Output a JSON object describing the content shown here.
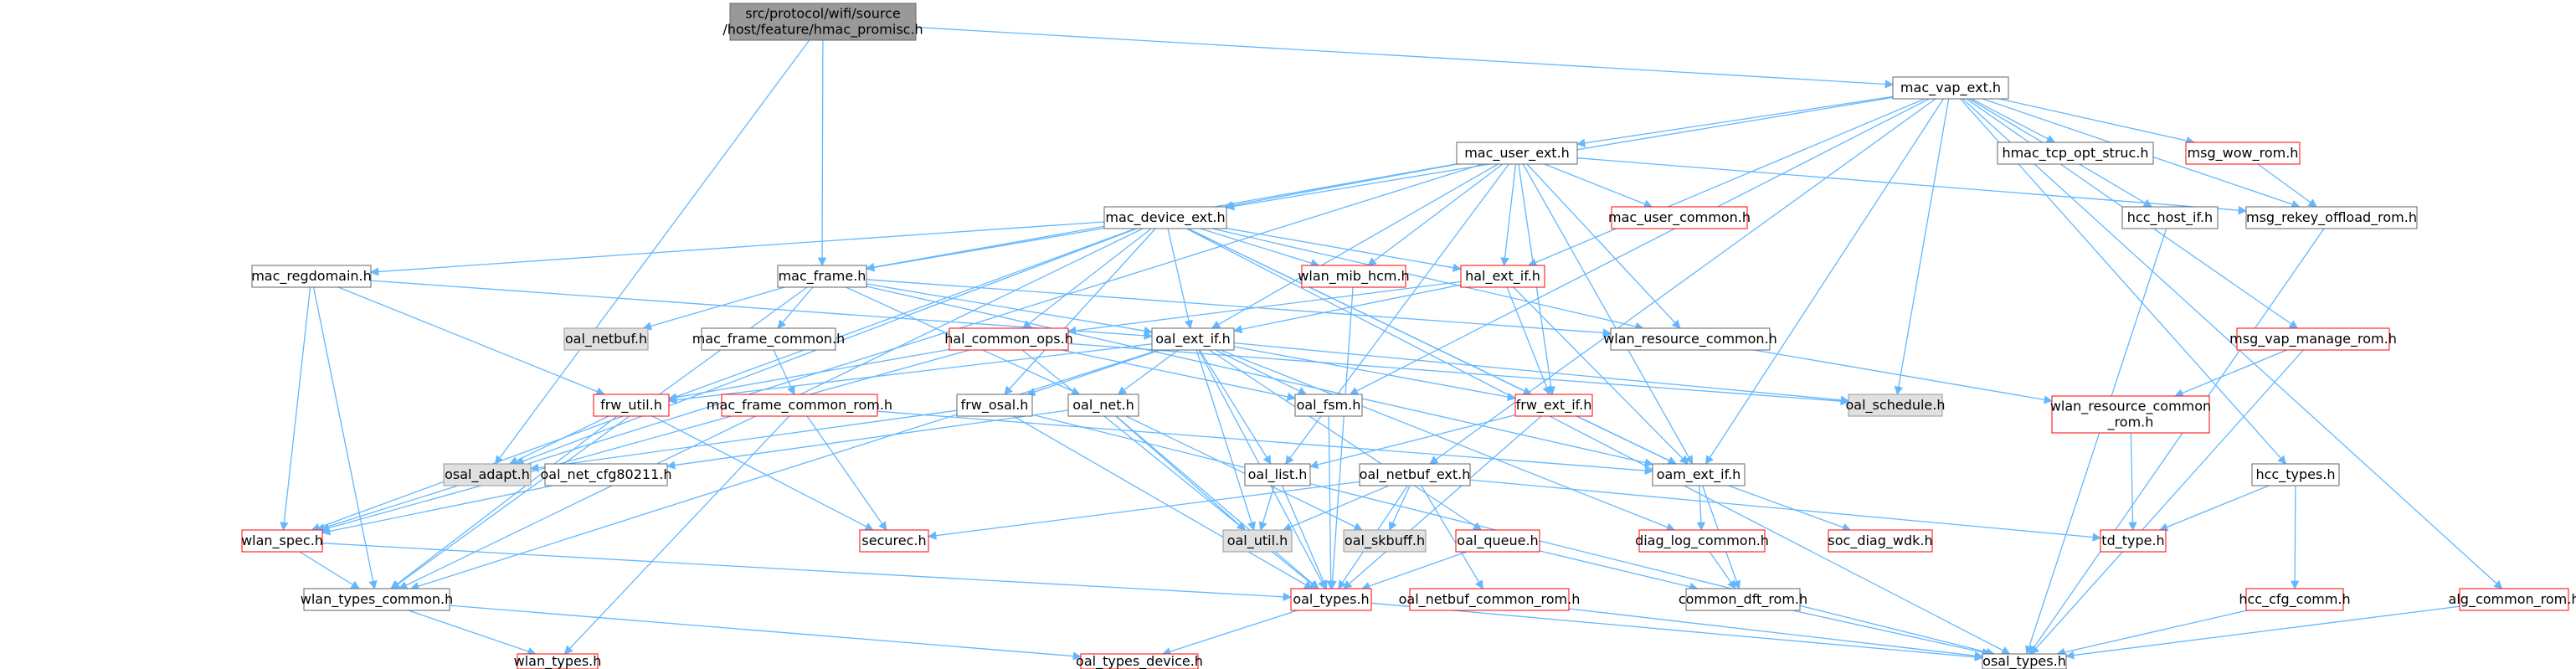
{
  "colors": {
    "edge": "#63b8ff",
    "node_border": "#666666",
    "node_fill": "#ffffff",
    "focus_fill": "#999999",
    "focus_border": "#666666",
    "external_fill": "#e0e0e0",
    "external_border": "#999999",
    "truncated_border": "#ff0000",
    "text": "#000000"
  },
  "nodes": [
    {
      "id": "root",
      "lines": [
        "src/protocol/wifi/source",
        "/host/feature/hmac_promisc.h"
      ],
      "style": "focus"
    },
    {
      "id": "mac_vap_ext",
      "lines": [
        "mac_vap_ext.h"
      ],
      "style": "normal"
    },
    {
      "id": "mac_user_ext",
      "lines": [
        "mac_user_ext.h"
      ],
      "style": "normal"
    },
    {
      "id": "hmac_tcp_opt_struc",
      "lines": [
        "hmac_tcp_opt_struc.h"
      ],
      "style": "normal"
    },
    {
      "id": "msg_wow_rom",
      "lines": [
        "msg_wow_rom.h"
      ],
      "style": "truncated"
    },
    {
      "id": "hcc_host_if",
      "lines": [
        "hcc_host_if.h"
      ],
      "style": "normal"
    },
    {
      "id": "msg_rekey_offload_rom",
      "lines": [
        "msg_rekey_offload_rom.h"
      ],
      "style": "normal"
    },
    {
      "id": "mac_device_ext",
      "lines": [
        "mac_device_ext.h"
      ],
      "style": "normal"
    },
    {
      "id": "mac_user_common",
      "lines": [
        "mac_user_common.h"
      ],
      "style": "truncated"
    },
    {
      "id": "mac_regdomain",
      "lines": [
        "mac_regdomain.h"
      ],
      "style": "normal"
    },
    {
      "id": "mac_frame",
      "lines": [
        "mac_frame.h"
      ],
      "style": "normal"
    },
    {
      "id": "wlan_mib_hcm",
      "lines": [
        "wlan_mib_hcm.h"
      ],
      "style": "truncated"
    },
    {
      "id": "hal_ext_if",
      "lines": [
        "hal_ext_if.h"
      ],
      "style": "truncated"
    },
    {
      "id": "msg_vap_manage_rom",
      "lines": [
        "msg_vap_manage_rom.h"
      ],
      "style": "truncated"
    },
    {
      "id": "oal_netbuf",
      "lines": [
        "oal_netbuf.h"
      ],
      "style": "external"
    },
    {
      "id": "mac_frame_common",
      "lines": [
        "mac_frame_common.h"
      ],
      "style": "normal"
    },
    {
      "id": "oal_ext_if",
      "lines": [
        "oal_ext_if.h"
      ],
      "style": "normal"
    },
    {
      "id": "wlan_resource_common",
      "lines": [
        "wlan_resource_common.h"
      ],
      "style": "normal"
    },
    {
      "id": "hal_common_ops",
      "lines": [
        "hal_common_ops.h"
      ],
      "style": "truncated"
    },
    {
      "id": "wlan_resource_common_rom",
      "lines": [
        "wlan_resource_common",
        "_rom.h"
      ],
      "style": "truncated"
    },
    {
      "id": "frw_util",
      "lines": [
        "frw_util.h"
      ],
      "style": "truncated"
    },
    {
      "id": "mac_frame_common_rom",
      "lines": [
        "mac_frame_common_rom.h"
      ],
      "style": "truncated"
    },
    {
      "id": "frw_osal",
      "lines": [
        "frw_osal.h"
      ],
      "style": "normal"
    },
    {
      "id": "oal_net",
      "lines": [
        "oal_net.h"
      ],
      "style": "normal"
    },
    {
      "id": "oal_fsm",
      "lines": [
        "oal_fsm.h"
      ],
      "style": "normal"
    },
    {
      "id": "frw_ext_if",
      "lines": [
        "frw_ext_if.h"
      ],
      "style": "truncated"
    },
    {
      "id": "oal_schedule",
      "lines": [
        "oal_schedule.h"
      ],
      "style": "external"
    },
    {
      "id": "hcc_types",
      "lines": [
        "hcc_types.h"
      ],
      "style": "normal"
    },
    {
      "id": "osal_adapt",
      "lines": [
        "osal_adapt.h"
      ],
      "style": "external"
    },
    {
      "id": "oal_net_cfg80211",
      "lines": [
        "oal_net_cfg80211.h"
      ],
      "style": "normal"
    },
    {
      "id": "oal_list",
      "lines": [
        "oal_list.h"
      ],
      "style": "normal"
    },
    {
      "id": "oal_netbuf_ext",
      "lines": [
        "oal_netbuf_ext.h"
      ],
      "style": "normal"
    },
    {
      "id": "oam_ext_if",
      "lines": [
        "oam_ext_if.h"
      ],
      "style": "normal"
    },
    {
      "id": "wlan_spec",
      "lines": [
        "wlan_spec.h"
      ],
      "style": "truncated"
    },
    {
      "id": "securec",
      "lines": [
        "securec.h"
      ],
      "style": "truncated"
    },
    {
      "id": "oal_util",
      "lines": [
        "oal_util.h"
      ],
      "style": "external"
    },
    {
      "id": "oal_skbuff",
      "lines": [
        "oal_skbuff.h"
      ],
      "style": "external"
    },
    {
      "id": "oal_queue",
      "lines": [
        "oal_queue.h"
      ],
      "style": "truncated"
    },
    {
      "id": "diag_log_common",
      "lines": [
        "diag_log_common.h"
      ],
      "style": "truncated"
    },
    {
      "id": "soc_diag_wdk",
      "lines": [
        "soc_diag_wdk.h"
      ],
      "style": "truncated"
    },
    {
      "id": "td_type",
      "lines": [
        "td_type.h"
      ],
      "style": "truncated"
    },
    {
      "id": "wlan_types_common",
      "lines": [
        "wlan_types_common.h"
      ],
      "style": "normal"
    },
    {
      "id": "oal_types",
      "lines": [
        "oal_types.h"
      ],
      "style": "truncated"
    },
    {
      "id": "oal_netbuf_common_rom",
      "lines": [
        "oal_netbuf_common_rom.h"
      ],
      "style": "truncated"
    },
    {
      "id": "common_dft_rom",
      "lines": [
        "common_dft_rom.h"
      ],
      "style": "normal"
    },
    {
      "id": "hcc_cfg_comm",
      "lines": [
        "hcc_cfg_comm.h"
      ],
      "style": "truncated"
    },
    {
      "id": "alg_common_rom",
      "lines": [
        "alg_common_rom.h"
      ],
      "style": "truncated"
    },
    {
      "id": "wlan_types",
      "lines": [
        "wlan_types.h"
      ],
      "style": "truncated"
    },
    {
      "id": "oal_types_device",
      "lines": [
        "oal_types_device.h"
      ],
      "style": "truncated"
    },
    {
      "id": "osal_types",
      "lines": [
        "osal_types.h"
      ],
      "style": "normal"
    }
  ],
  "edges": [
    [
      "root",
      "mac_vap_ext"
    ],
    [
      "root",
      "mac_frame"
    ],
    [
      "root",
      "osal_adapt"
    ],
    [
      "mac_vap_ext",
      "mac_user_ext"
    ],
    [
      "mac_vap_ext",
      "hmac_tcp_opt_struc"
    ],
    [
      "mac_vap_ext",
      "msg_wow_rom"
    ],
    [
      "mac_vap_ext",
      "hcc_host_if"
    ],
    [
      "mac_vap_ext",
      "msg_rekey_offload_rom"
    ],
    [
      "mac_vap_ext",
      "mac_device_ext"
    ],
    [
      "mac_vap_ext",
      "hal_ext_if"
    ],
    [
      "mac_vap_ext",
      "msg_vap_manage_rom"
    ],
    [
      "mac_vap_ext",
      "oal_fsm"
    ],
    [
      "mac_vap_ext",
      "oal_schedule"
    ],
    [
      "mac_vap_ext",
      "oam_ext_if"
    ],
    [
      "mac_vap_ext",
      "oal_netbuf_ext"
    ],
    [
      "mac_vap_ext",
      "hcc_types"
    ],
    [
      "mac_vap_ext",
      "alg_common_rom"
    ],
    [
      "mac_user_ext",
      "mac_device_ext"
    ],
    [
      "mac_user_ext",
      "mac_user_common"
    ],
    [
      "mac_user_ext",
      "mac_frame"
    ],
    [
      "mac_user_ext",
      "wlan_mib_hcm"
    ],
    [
      "mac_user_ext",
      "hal_ext_if"
    ],
    [
      "mac_user_ext",
      "oal_ext_if"
    ],
    [
      "mac_user_ext",
      "wlan_resource_common"
    ],
    [
      "mac_user_ext",
      "msg_rekey_offload_rom"
    ],
    [
      "mac_user_ext",
      "frw_ext_if"
    ],
    [
      "mac_user_ext",
      "wlan_spec"
    ],
    [
      "mac_user_ext",
      "oam_ext_if"
    ],
    [
      "mac_user_ext",
      "oal_list"
    ],
    [
      "msg_wow_rom",
      "msg_rekey_offload_rom"
    ],
    [
      "msg_rekey_offload_rom",
      "osal_types"
    ],
    [
      "hcc_host_if",
      "osal_types"
    ],
    [
      "mac_device_ext",
      "mac_regdomain"
    ],
    [
      "mac_device_ext",
      "mac_frame"
    ],
    [
      "mac_device_ext",
      "wlan_mib_hcm"
    ],
    [
      "mac_device_ext",
      "hal_ext_if"
    ],
    [
      "mac_device_ext",
      "oal_ext_if"
    ],
    [
      "mac_device_ext",
      "hal_common_ops"
    ],
    [
      "mac_device_ext",
      "frw_osal"
    ],
    [
      "mac_device_ext",
      "wlan_resource_common"
    ],
    [
      "mac_device_ext",
      "frw_ext_if"
    ],
    [
      "mac_device_ext",
      "oam_ext_if"
    ],
    [
      "mac_device_ext",
      "osal_adapt"
    ],
    [
      "mac_device_ext",
      "wlan_spec"
    ],
    [
      "mac_device_ext",
      "wlan_types_common"
    ],
    [
      "mac_device_ext",
      "osal_types"
    ],
    [
      "mac_regdomain",
      "oal_ext_if"
    ],
    [
      "mac_regdomain",
      "frw_util"
    ],
    [
      "mac_regdomain",
      "wlan_spec"
    ],
    [
      "mac_regdomain",
      "wlan_types_common"
    ],
    [
      "mac_frame",
      "oal_netbuf"
    ],
    [
      "mac_frame",
      "mac_frame_common"
    ],
    [
      "mac_frame",
      "oal_ext_if"
    ],
    [
      "mac_frame",
      "oal_net"
    ],
    [
      "mac_frame",
      "wlan_types_common"
    ],
    [
      "mac_frame",
      "wlan_resource_common"
    ],
    [
      "mac_frame",
      "oam_ext_if"
    ],
    [
      "wlan_mib_hcm",
      "oal_types"
    ],
    [
      "hal_ext_if",
      "oal_ext_if"
    ],
    [
      "hal_ext_if",
      "hal_common_ops"
    ],
    [
      "hal_ext_if",
      "frw_ext_if"
    ],
    [
      "hal_ext_if",
      "oam_ext_if"
    ],
    [
      "msg_vap_manage_rom",
      "wlan_resource_common_rom"
    ],
    [
      "msg_vap_manage_rom",
      "osal_types"
    ],
    [
      "mac_frame_common",
      "mac_frame_common_rom"
    ],
    [
      "oal_ext_if",
      "oal_net"
    ],
    [
      "oal_ext_if",
      "oal_fsm"
    ],
    [
      "oal_ext_if",
      "frw_ext_if"
    ],
    [
      "oal_ext_if",
      "oal_schedule"
    ],
    [
      "oal_ext_if",
      "oal_list"
    ],
    [
      "oal_ext_if",
      "oal_util"
    ],
    [
      "oal_ext_if",
      "oal_types"
    ],
    [
      "oal_ext_if",
      "oal_queue"
    ],
    [
      "oal_ext_if",
      "frw_osal"
    ],
    [
      "oal_ext_if",
      "diag_log_common"
    ],
    [
      "oal_ext_if",
      "frw_util"
    ],
    [
      "oal_ext_if",
      "wlan_types_common"
    ],
    [
      "wlan_resource_common",
      "wlan_resource_common_rom"
    ],
    [
      "wlan_resource_common_rom",
      "td_type"
    ],
    [
      "hal_common_ops",
      "frw_util"
    ],
    [
      "hal_common_ops",
      "oal_fsm"
    ],
    [
      "hal_common_ops",
      "oal_types"
    ],
    [
      "hal_common_ops",
      "wlan_spec"
    ],
    [
      "hal_common_ops",
      "oal_schedule"
    ],
    [
      "frw_util",
      "osal_adapt"
    ],
    [
      "frw_util",
      "securec"
    ],
    [
      "frw_util",
      "wlan_types_common"
    ],
    [
      "mac_frame_common_rom",
      "securec"
    ],
    [
      "mac_frame_common_rom",
      "wlan_types"
    ],
    [
      "mac_frame_common_rom",
      "oam_ext_if"
    ],
    [
      "frw_osal",
      "osal_adapt"
    ],
    [
      "frw_osal",
      "oal_types"
    ],
    [
      "frw_osal",
      "osal_types"
    ],
    [
      "oal_net",
      "oal_net_cfg80211"
    ],
    [
      "oal_net",
      "oal_util"
    ],
    [
      "oal_net",
      "oal_skbuff"
    ],
    [
      "oal_net",
      "oal_types"
    ],
    [
      "oal_fsm",
      "oal_types"
    ],
    [
      "frw_ext_if",
      "oam_ext_if"
    ],
    [
      "frw_ext_if",
      "oal_list"
    ],
    [
      "frw_ext_if",
      "oal_types"
    ],
    [
      "hcc_types",
      "td_type"
    ],
    [
      "hcc_types",
      "hcc_cfg_comm"
    ],
    [
      "oal_net_cfg80211",
      "wlan_spec"
    ],
    [
      "oal_list",
      "oal_types"
    ],
    [
      "oal_list",
      "oal_util"
    ],
    [
      "oal_netbuf_ext",
      "securec"
    ],
    [
      "oal_netbuf_ext",
      "oal_util"
    ],
    [
      "oal_netbuf_ext",
      "oal_skbuff"
    ],
    [
      "oal_netbuf_ext",
      "oal_types"
    ],
    [
      "oal_netbuf_ext",
      "oal_netbuf_common_rom"
    ],
    [
      "oal_netbuf_ext",
      "td_type"
    ],
    [
      "oam_ext_if",
      "diag_log_common"
    ],
    [
      "oam_ext_if",
      "soc_diag_wdk"
    ],
    [
      "oam_ext_if",
      "common_dft_rom"
    ],
    [
      "wlan_spec",
      "wlan_types_common"
    ],
    [
      "wlan_spec",
      "oal_types"
    ],
    [
      "oal_queue",
      "oal_types"
    ],
    [
      "oal_queue",
      "common_dft_rom"
    ],
    [
      "diag_log_common",
      "common_dft_rom"
    ],
    [
      "wlan_types_common",
      "wlan_types"
    ],
    [
      "wlan_types_common",
      "oal_types_device"
    ],
    [
      "oal_types",
      "oal_types_device"
    ],
    [
      "oal_types",
      "osal_types"
    ],
    [
      "oal_netbuf_common_rom",
      "osal_types"
    ],
    [
      "common_dft_rom",
      "osal_types"
    ],
    [
      "hcc_cfg_comm",
      "osal_types"
    ],
    [
      "alg_common_rom",
      "osal_types"
    ]
  ]
}
